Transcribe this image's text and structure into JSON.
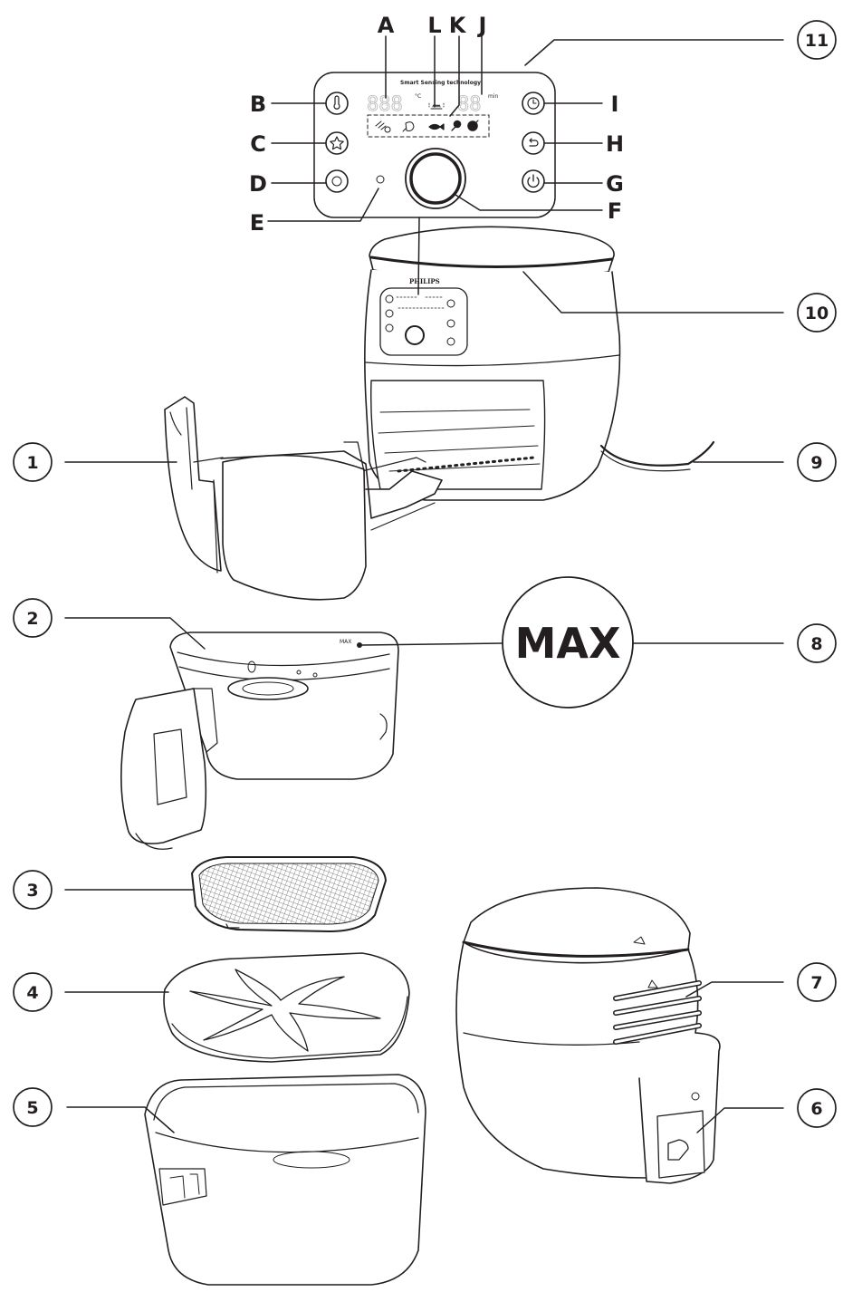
{
  "letter_labels": {
    "A": "A",
    "L": "L",
    "K": "K",
    "J": "J",
    "B": "B",
    "C": "C",
    "D": "D",
    "E": "E",
    "I": "I",
    "H": "H",
    "G": "G",
    "F": "F"
  },
  "number_labels": {
    "n1": "1",
    "n2": "2",
    "n3": "3",
    "n4": "4",
    "n5": "5",
    "n6": "6",
    "n7": "7",
    "n8": "8",
    "n9": "9",
    "n10": "10",
    "n11": "11"
  },
  "panel": {
    "brand_line": "Smart Sensing technology",
    "temp_digits": "888",
    "time_digits": "88",
    "unit_c": "°C",
    "unit_min": "min"
  },
  "fryer": {
    "brand": "PHILIPS"
  },
  "max_callout": {
    "text": "MAX",
    "small_text": "MAX"
  },
  "colors": {
    "line": "#231f20",
    "fill": "#ffffff",
    "mesh": "#8a8a8a"
  }
}
